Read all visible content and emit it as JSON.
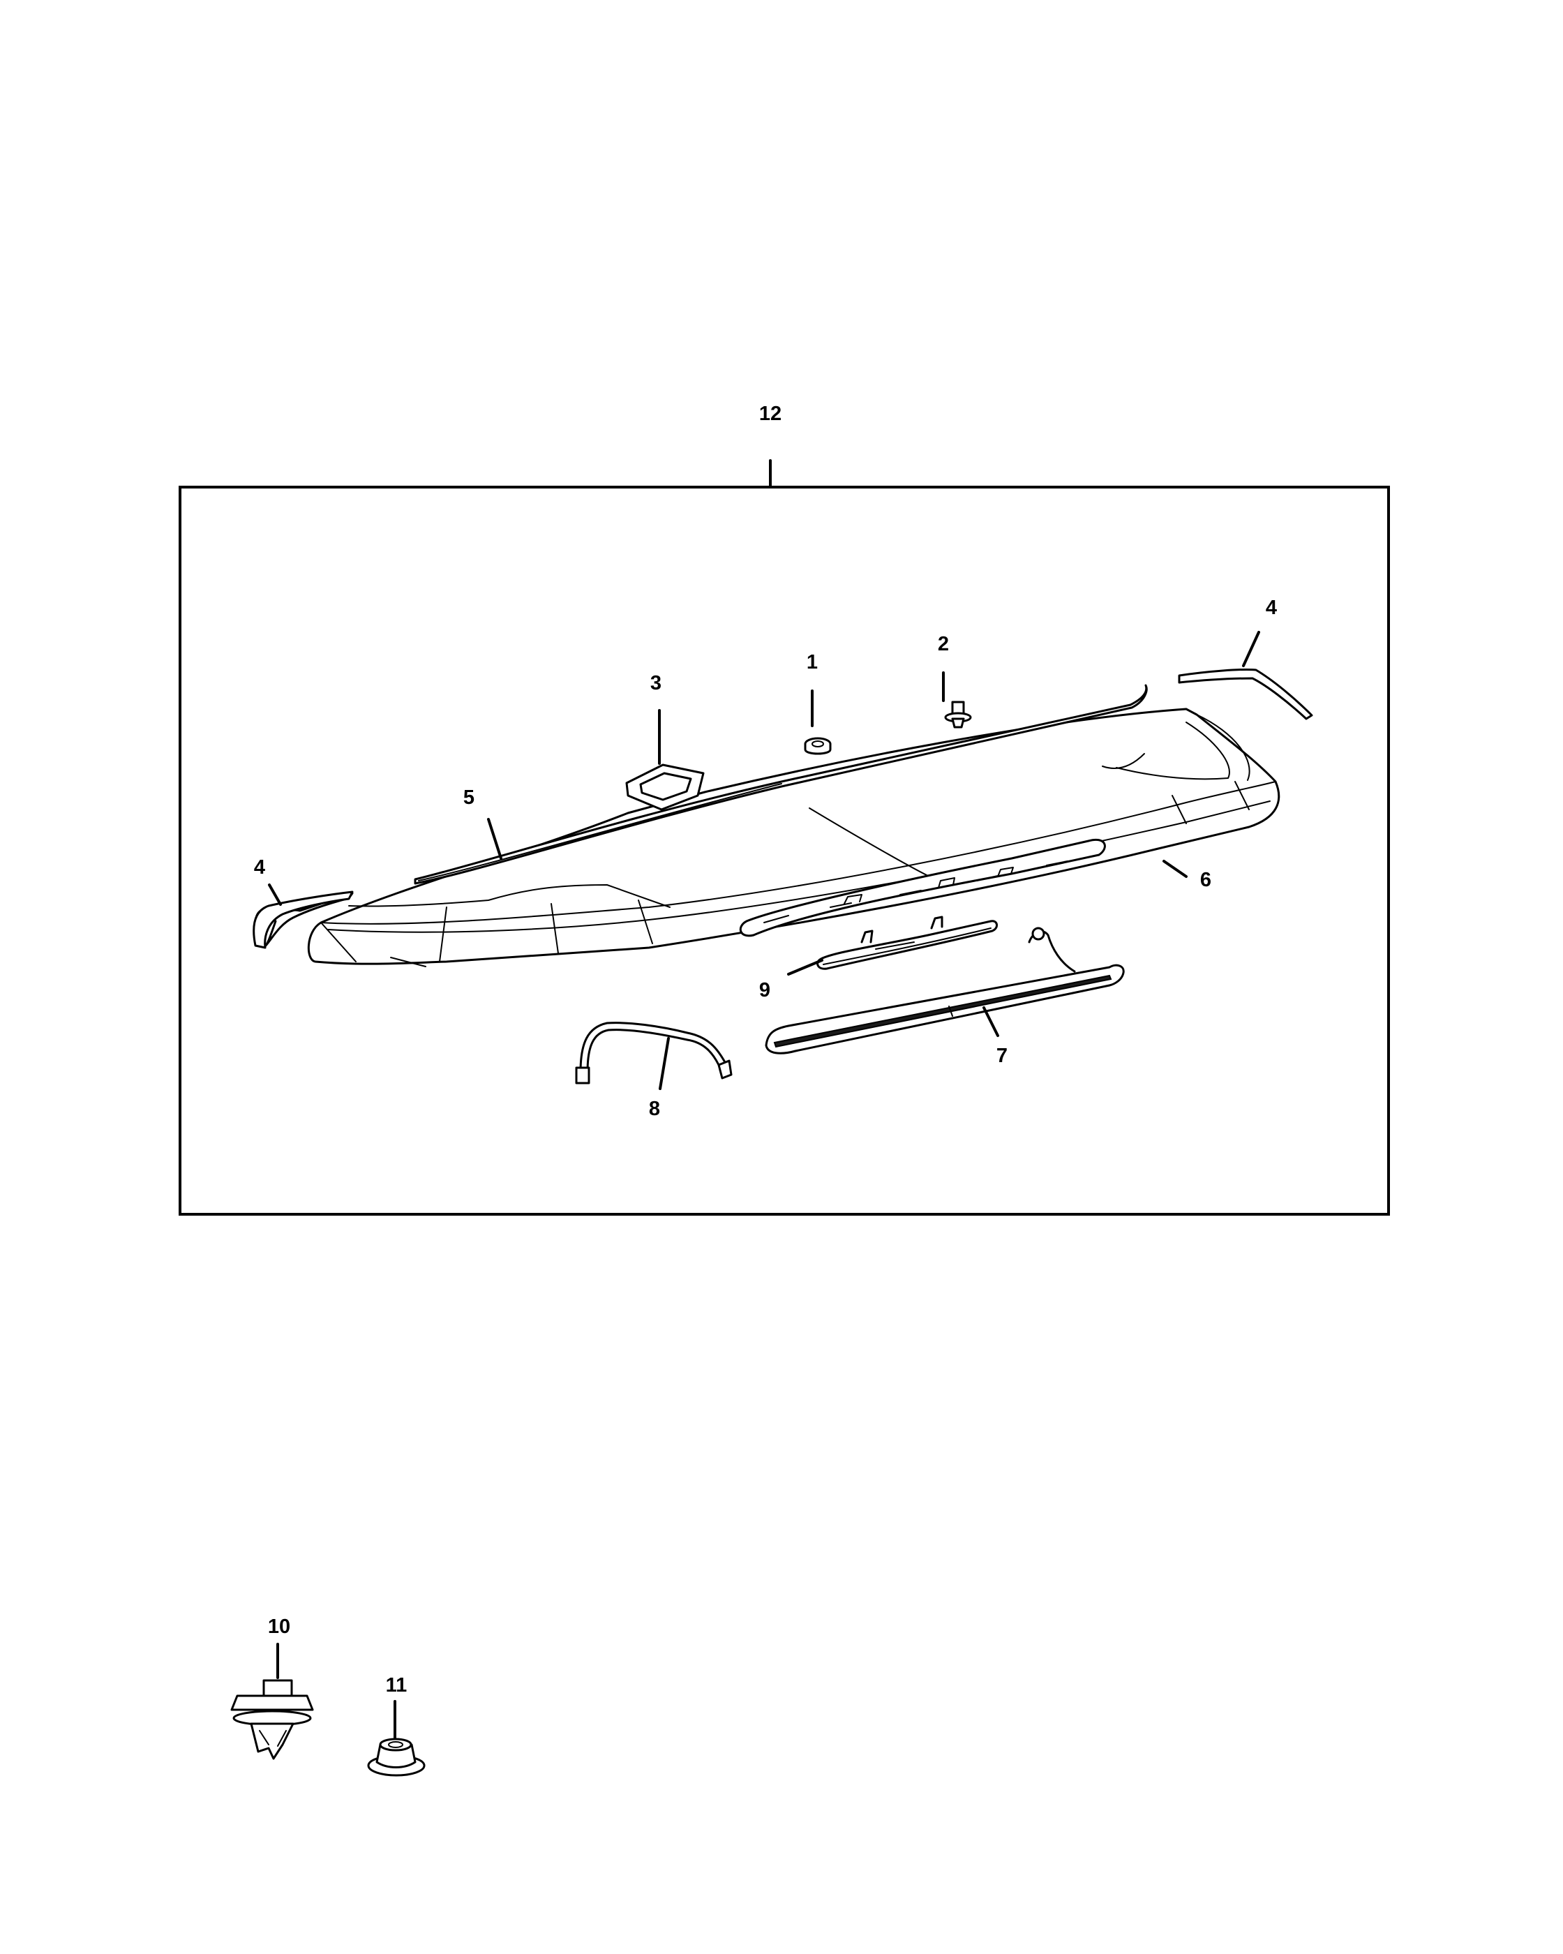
{
  "diagram": {
    "callouts": {
      "c1": "1",
      "c2": "2",
      "c3": "3",
      "c4_left": "4",
      "c4_right": "4",
      "c5": "5",
      "c6": "6",
      "c7": "7",
      "c8": "8",
      "c9": "9",
      "c10": "10",
      "c11": "11",
      "c12": "12"
    }
  }
}
